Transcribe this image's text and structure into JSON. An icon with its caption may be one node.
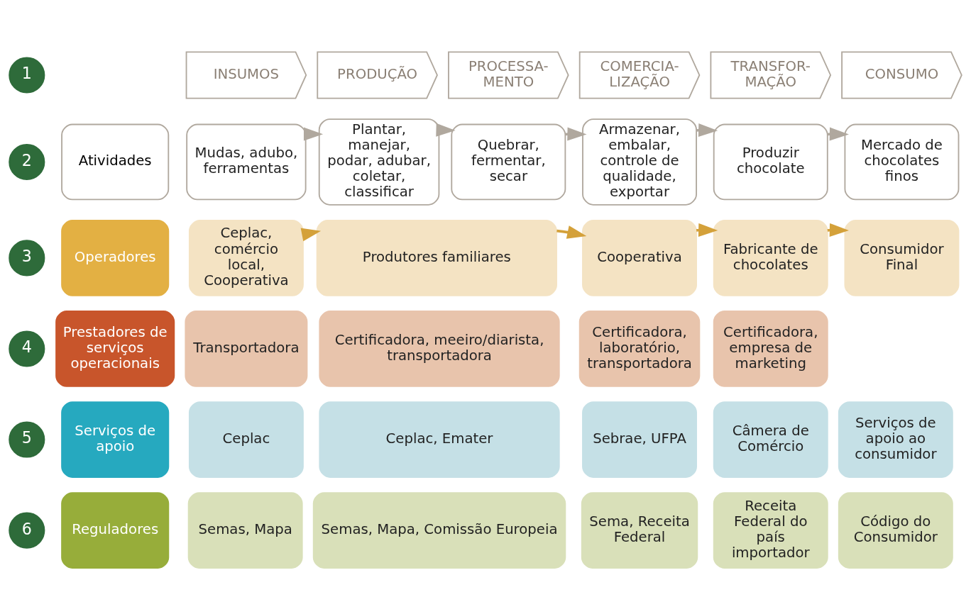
{
  "diagram": {
    "nodes": [
      {
        "text": [
          "1"
        ]
      },
      {
        "text": [
          "INSUMOS"
        ]
      },
      {
        "text": [
          "PRODUÇÃO"
        ]
      },
      {
        "text": [
          "PROCESSA- MENTO"
        ]
      },
      {
        "text": [
          "COMERCIA- LIZAÇÃO"
        ]
      },
      {
        "text": [
          "TRANSFOR- MAÇÃO"
        ]
      },
      {
        "text": [
          "CONSUMO"
        ]
      },
      {
        "text": [
          "2"
        ]
      },
      {
        "text": [
          "Atividades"
        ]
      },
      {
        "text": [
          "Mudas, adubo, ferramentas"
        ]
      },
      {
        "text": [
          "Plantar, manejar, podar, adubar, coletar, classificar"
        ]
      },
      {
        "text": [
          "Quebrar, fermentar, secar"
        ]
      },
      {
        "text": [
          "Armazenar, embalar, controle de qualidade, exportar"
        ]
      },
      {
        "text": [
          "Produzir chocolate"
        ]
      },
      {
        "text": [
          "Mercado de chocolates finos"
        ]
      },
      {
        "text": [
          "3"
        ]
      },
      {
        "text": [
          "Operadores"
        ]
      },
      {
        "text": [
          "Ceplac, comércio local, Cooperativa"
        ]
      },
      {
        "text": [
          "Produtores familiares"
        ]
      },
      {
        "text": [
          "Cooperativa"
        ]
      },
      {
        "text": [
          "Fabricante de chocolates"
        ]
      },
      {
        "text": [
          "Consumidor Final"
        ]
      },
      {
        "text": [
          "4"
        ]
      },
      {
        "text": [
          "Prestadores de serviços operacionais"
        ]
      },
      {
        "text": [
          "Transportadora"
        ]
      },
      {
        "text": [
          "Certificadora, meeiro/diarista, transportadora"
        ]
      },
      {
        "text": [
          "Certificadora, laboratório, transportadora"
        ]
      },
      {
        "text": [
          "Certificadora, empresa de marketing"
        ]
      },
      {
        "text": [
          "5"
        ]
      },
      {
        "text": [
          "Serviços de apoio"
        ]
      },
      {
        "text": [
          "Ceplac"
        ]
      },
      {
        "text": [
          "Ceplac, Emater"
        ]
      },
      {
        "text": [
          "Sebrae, UFPA"
        ]
      },
      {
        "text": [
          "Câmera de Comércio"
        ]
      },
      {
        "text": [
          "Serviços de apoio ao consumidor"
        ]
      },
      {
        "text": [
          "6"
        ]
      },
      {
        "text": [
          "Reguladores"
        ]
      },
      {
        "text": [
          "Semas, Mapa"
        ]
      },
      {
        "text": [
          "Semas, Mapa, Comissão Europeia"
        ]
      },
      {
        "text": [
          "Sema, Receita Federal"
        ]
      },
      {
        "text": [
          "Receita Federal do país importador"
        ]
      },
      {
        "text": [
          "Código do Consumidor"
        ]
      }
    ],
    "edges": [
      {
        "from": 9,
        "to": 10,
        "arrow": "to"
      },
      {
        "from": 10,
        "to": 11,
        "arrow": "to"
      },
      {
        "from": 11,
        "to": 12,
        "arrow": "to"
      },
      {
        "from": 12,
        "to": 13,
        "arrow": "to"
      },
      {
        "from": 13,
        "to": 14,
        "arrow": "to"
      },
      {
        "from": 17,
        "to": 18,
        "arrow": "to",
        "color": "#d4a13a"
      },
      {
        "from": 18,
        "to": 19,
        "arrow": "to",
        "color": "#d4a13a"
      },
      {
        "from": 19,
        "to": 20,
        "arrow": "to",
        "color": "#d4a13a"
      },
      {
        "from": 20,
        "to": 21,
        "arrow": "to",
        "color": "#d4a13a"
      }
    ]
  }
}
